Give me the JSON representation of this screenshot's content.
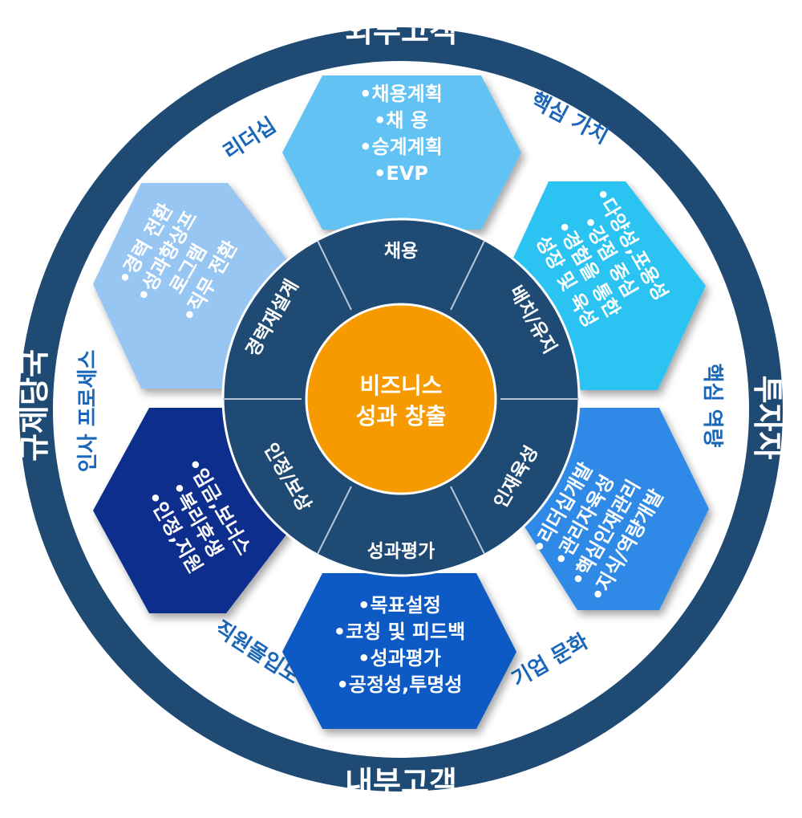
{
  "outer_ring": {
    "top": "외부고객",
    "bottom": "내부고객",
    "left": "규제당국",
    "right": "투자자"
  },
  "side_labels": {
    "top_left": "리더십",
    "top_right": "핵심 가치",
    "left": "인사 프로세스",
    "right": "핵심 역량",
    "bottom_left": "직원몰입도",
    "bottom_right": "기업 문화"
  },
  "center": {
    "line1": "비즈니스",
    "line2": "성과 창출"
  },
  "segments": {
    "top": "채용",
    "upper_right": "배치/유지",
    "lower_right": "인재육성",
    "bottom": "성과평가",
    "lower_left": "인정/보상",
    "upper_left": "경력재설계"
  },
  "hexagons": {
    "top": {
      "lines": [
        "•채용계획",
        "•채       용",
        "•승계계획",
        "•EVP"
      ],
      "color": "#62c2f4"
    },
    "upper_right": {
      "lines": [
        "•다양성,포용성",
        "•강점 중심",
        "•경험을 통한",
        "성장 및 육성"
      ],
      "color": "#2bc3f2"
    },
    "lower_right": {
      "lines": [
        "•리더십개발",
        "•관리자육성",
        "•핵심인재관리",
        "•지식/역량개발"
      ],
      "color": "#2f8ae6"
    },
    "bottom": {
      "lines": [
        "•목표설정",
        "•코칭 및 피드백",
        "•성과평가",
        "•공정성,투명성"
      ],
      "color": "#0c5ac4"
    },
    "lower_left": {
      "lines": [
        "•임금,보너스",
        "•복리후생",
        "•인정,지원"
      ],
      "color": "#0a2f8c"
    },
    "upper_left": {
      "lines": [
        "•경력 전환",
        "•성과향상프",
        "로그램",
        "•직무 전환"
      ],
      "color": "#98c6f2"
    }
  },
  "colors": {
    "outer_ring": "#1f4a73",
    "inner_wheel": "#1f4a73",
    "center": "#f79a00",
    "side_text": "#1a66b8"
  }
}
